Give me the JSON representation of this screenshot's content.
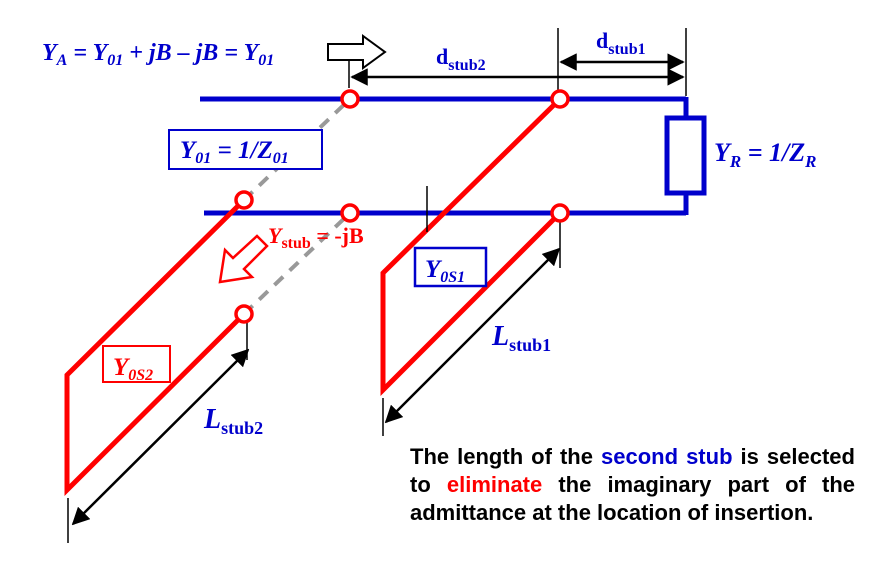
{
  "colors": {
    "blue": "#0000cc",
    "red": "#ff0000",
    "gray": "#999999",
    "black": "#000000"
  },
  "equation_top": "Y_A = Y_01 + jB – jB = Y_01",
  "eq_parts": {
    "Ya": "Y",
    "Ya_sub": "A",
    "eq1": " = ",
    "Y01a": "Y",
    "Y01a_sub": "01",
    "plus": " + ",
    "jB1": "jB",
    "minus": " – ",
    "jB2": "jB",
    "eq2": " = ",
    "Y01b": "Y",
    "Y01b_sub": "01"
  },
  "labels": {
    "dstub2_main": "d",
    "dstub2_sub": "stub2",
    "dstub1_main": "d",
    "dstub1_sub": "stub1",
    "yr_main": "Y",
    "yr_sub": "R",
    "yr_eq": " = 1/Z",
    "yr_sub2": "R",
    "y01_main": "Y",
    "y01_sub": "01",
    "y01_eq": " = 1/Z",
    "y01_sub2": "01",
    "ystub_main": "Y",
    "ystub_sub": "stub",
    "ystub_eq": " = -jB",
    "y0s1_main": "Y",
    "y0s1_sub": "0S1",
    "y0s2_main": "Y",
    "y0s2_sub": "0S2",
    "lstub1_main": "L",
    "lstub1_sub": "stub1",
    "lstub2_main": "L",
    "lstub2_sub": "stub2"
  },
  "caption": {
    "p1": "The length of the ",
    "p2": "second stub",
    "p3": " is selected to ",
    "p4": "eliminate",
    "p5": " the imaginary part of the admittance at the location of insertion."
  }
}
